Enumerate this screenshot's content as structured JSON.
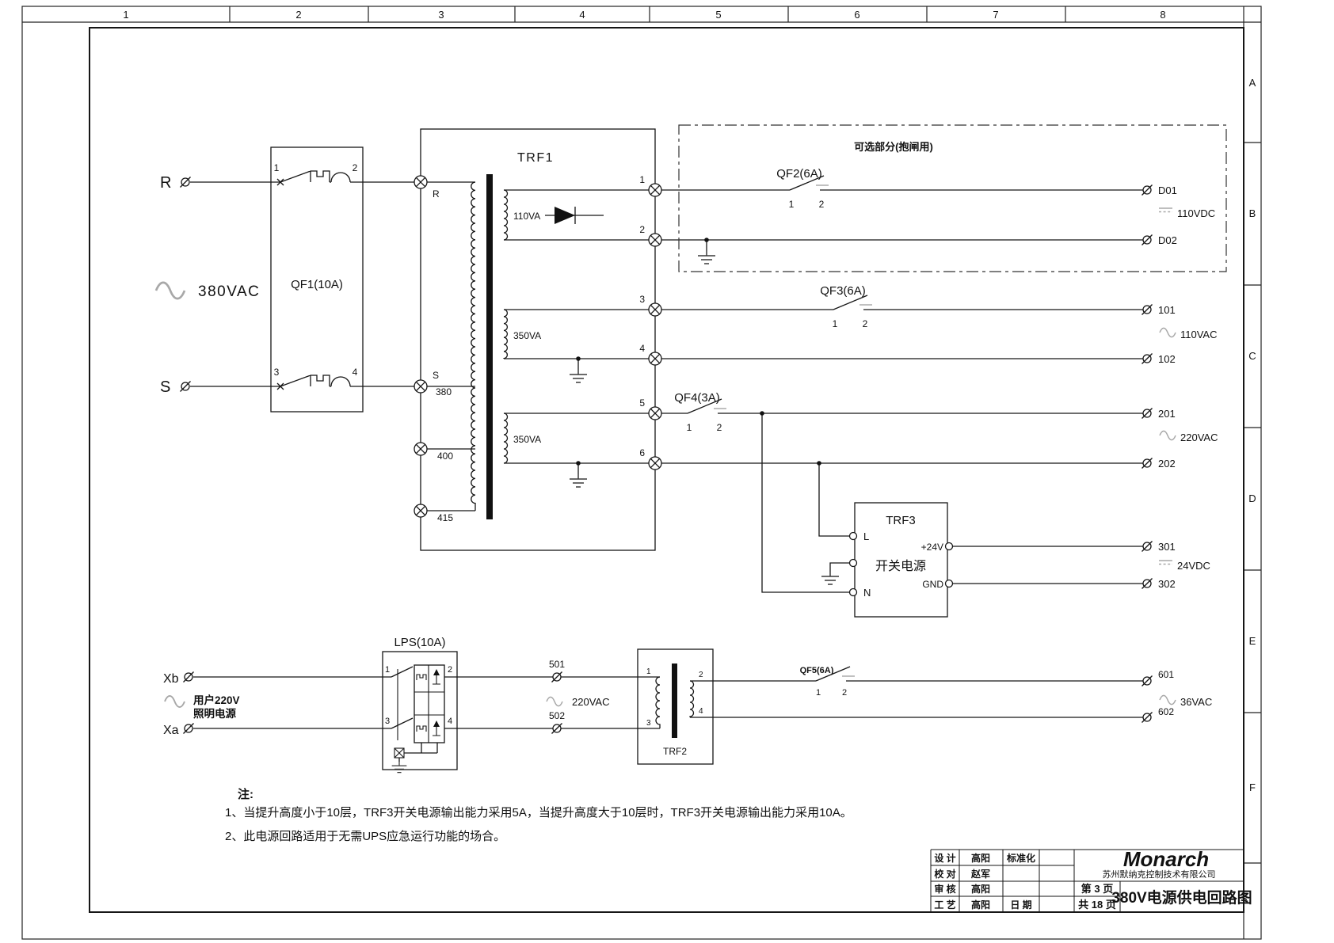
{
  "colors": {
    "line": "#161616",
    "muted_symbol": "#a8a8a8",
    "background": "#ffffff"
  },
  "frame": {
    "columns": [
      "1",
      "2",
      "3",
      "4",
      "5",
      "6",
      "7",
      "8"
    ],
    "rows": [
      "A",
      "B",
      "C",
      "D",
      "E",
      "F"
    ]
  },
  "main": {
    "r": "R",
    "s": "S",
    "source": "380VAC",
    "qf1": {
      "label": "QF1(10A)",
      "n1": "1",
      "n2": "2",
      "n3": "3",
      "n4": "4"
    },
    "trf1": {
      "label": "TRF1",
      "tap_r": "R",
      "tap_s": "S",
      "tap380": "380",
      "tap400": "400",
      "tap415": "415",
      "w110": "110VA",
      "w350a": "350VA",
      "w350b": "350VA",
      "t1": "1",
      "t2": "2",
      "t3": "3",
      "t4": "4",
      "t5": "5",
      "t6": "6"
    },
    "optional": "可选部分(抱闸用)",
    "qf2": {
      "label": "QF2(6A)",
      "n1": "1",
      "n2": "2"
    },
    "qf3": {
      "label": "QF3(6A)",
      "n1": "1",
      "n2": "2"
    },
    "qf4": {
      "label": "QF4(3A)",
      "n1": "1",
      "n2": "2"
    },
    "trf3": {
      "label": "TRF3",
      "name": "开关电源",
      "l": "L",
      "n": "N",
      "p24": "+24V",
      "gnd": "GND"
    }
  },
  "outputs": {
    "d01": "D01",
    "d02": "D02",
    "o101": "101",
    "o102": "102",
    "o201": "201",
    "o202": "202",
    "o301": "301",
    "o302": "302",
    "o601": "601",
    "o602": "602",
    "v110dc": "110VDC",
    "v110ac": "110VAC",
    "v220ac": "220VAC",
    "v24dc": "24VDC",
    "v36ac": "36VAC"
  },
  "lighting": {
    "xb": "Xb",
    "xa": "Xa",
    "src1": "用户220V",
    "src2": "照明电源",
    "lps": {
      "label": "LPS(10A)",
      "n1": "1",
      "n2": "2",
      "n3": "3",
      "n4": "4"
    },
    "t501": "501",
    "t502": "502",
    "v220": "220VAC",
    "trf2": {
      "label": "TRF2",
      "n1": "1",
      "n2": "2",
      "n3": "3",
      "n4": "4"
    },
    "qf5": {
      "label": "QF5(6A)",
      "n1": "1",
      "n2": "2"
    }
  },
  "notes": {
    "head": "注:",
    "n1": "1、当提升高度小于10层，TRF3开关电源输出能力采用5A，当提升高度大于10层时，TRF3开关电源输出能力采用10A。",
    "n2": "2、此电源回路适用于无需UPS应急运行功能的场合。"
  },
  "titleblock": {
    "design": "设 计",
    "design_name": "高阳",
    "check": "校 对",
    "check_name": "赵军",
    "audit": "审 核",
    "audit_name": "高阳",
    "craft": "工 艺",
    "craft_name": "高阳",
    "std": "标准化",
    "date": "日 期",
    "page_no": "第 3 页",
    "page_total": "共 18 页",
    "logo": "Monarch",
    "company": "苏州默纳克控制技术有限公司",
    "title": "380V电源供电回路图"
  }
}
